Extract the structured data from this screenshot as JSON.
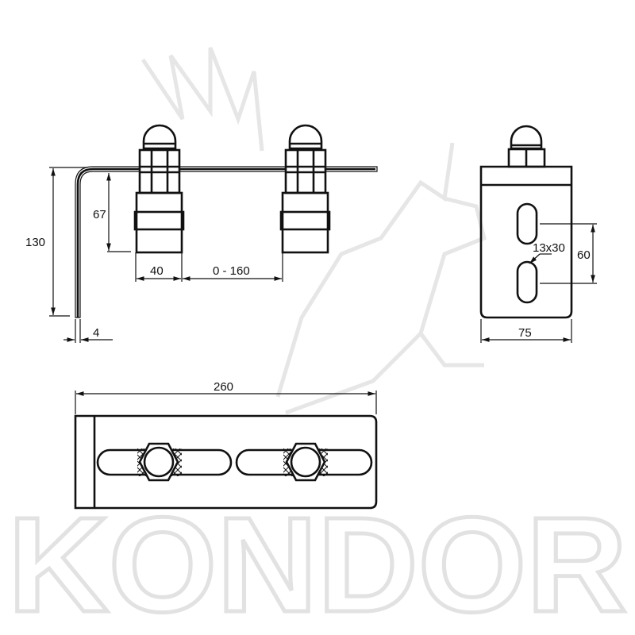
{
  "watermark": {
    "brand": "KONDOR"
  },
  "side_view": {
    "height_label": "130",
    "roller_height_label": "67",
    "roller_width_label": "40",
    "spacing_label": "0 - 160",
    "thickness_label": "4"
  },
  "front_view": {
    "slot_spacing_label": "60",
    "slot_size_label": "13x30",
    "width_label": "75"
  },
  "top_view": {
    "length_label": "260"
  },
  "colors": {
    "line": "#111111",
    "watermark": "#e2e2e2"
  }
}
